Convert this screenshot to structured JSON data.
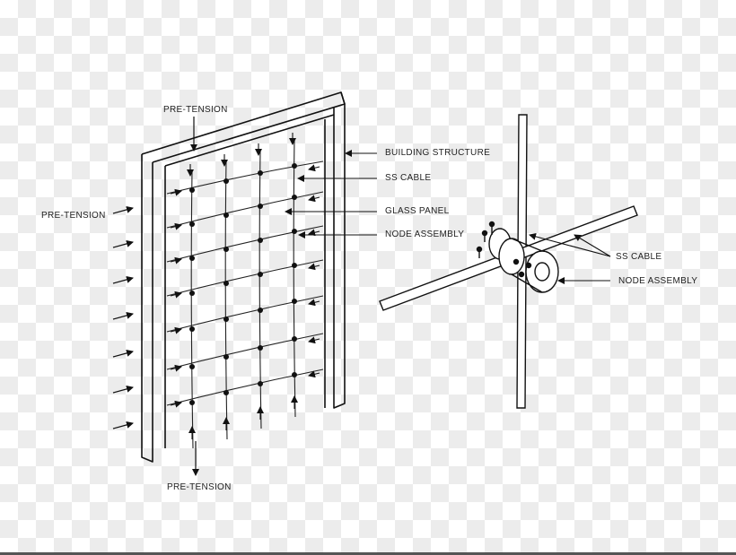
{
  "labels": {
    "pretension_top": "PRE-TENSION",
    "pretension_left": "PRE-TENSION",
    "pretension_bottom": "PRE-TENSION",
    "building_structure": "BUILDING STRUCTURE",
    "ss_cable_left": "SS CABLE",
    "glass_panel": "GLASS PANEL",
    "node_assembly_left": "NODE ASSEMBLY",
    "ss_cable_right": "SS CABLE",
    "node_assembly_right": "NODE ASSEMBLY"
  }
}
